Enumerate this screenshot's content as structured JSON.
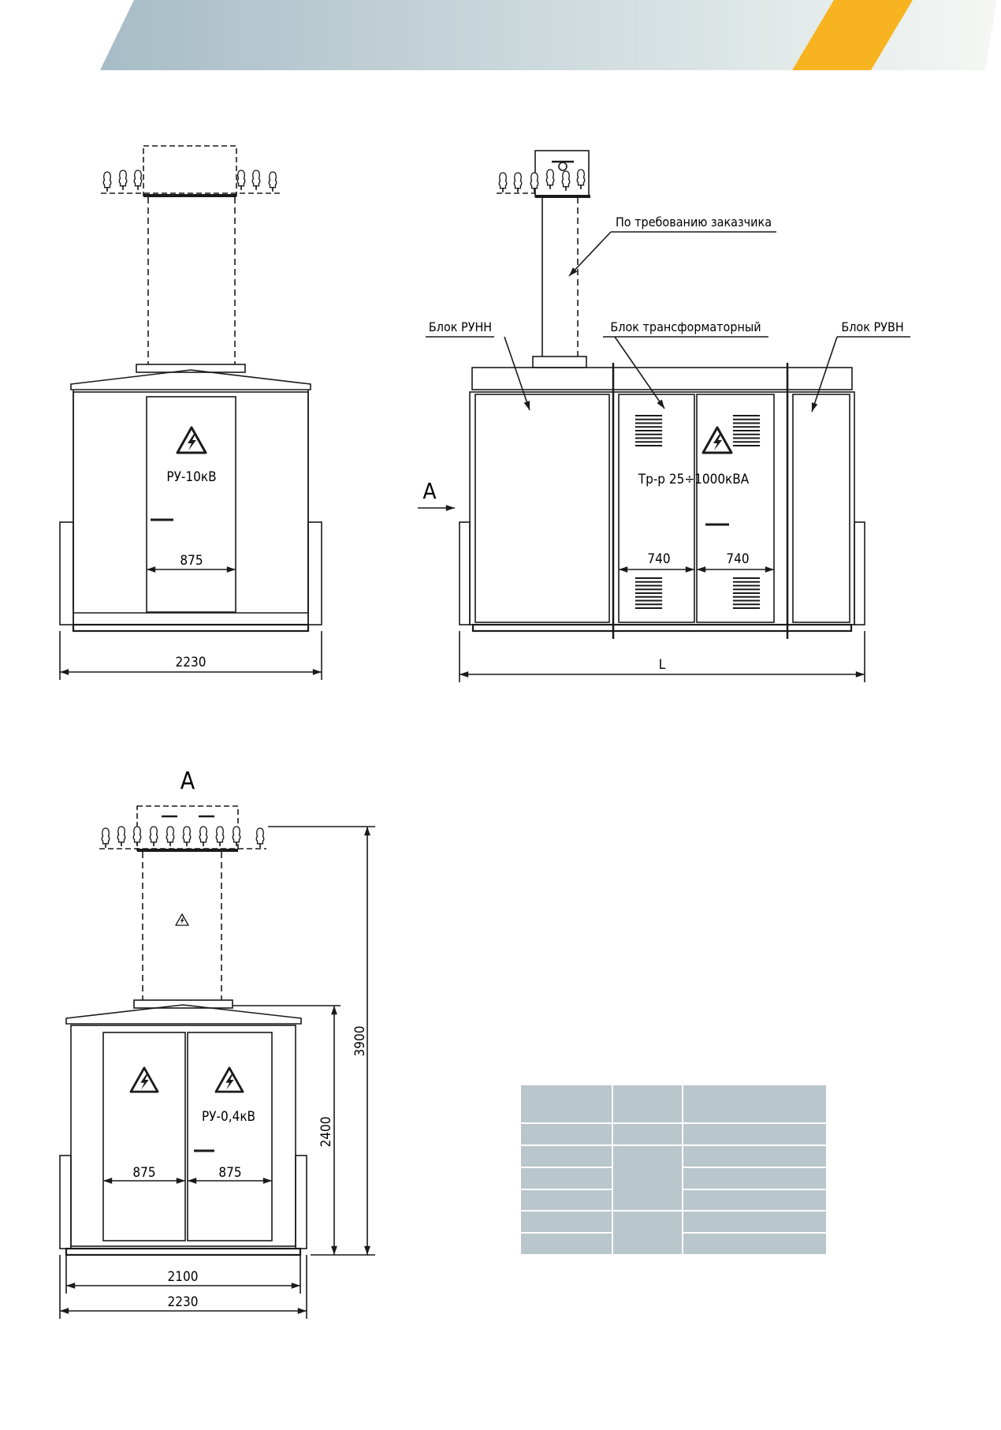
{
  "colors": {
    "banner_gradient_start": "#a7bcc6",
    "banner_gradient_end": "#f4f7f4",
    "banner_accent": "#f7b320",
    "line": "#1a1a1a",
    "table_fill": "#b9c6cc"
  },
  "front_view": {
    "label": "РУ-10кВ",
    "door_width": "875",
    "overall_width": "2230"
  },
  "side_view": {
    "callout_customer": "По требованию заказчика",
    "callout_lv_block": "Блок РУНН",
    "callout_transformer_block": "Блок трансформаторный",
    "callout_hv_block": "Блок РУВН",
    "view_marker": "A",
    "transformer_label": "Тр-р 25÷1000кВА",
    "door_width_left": "740",
    "door_width_right": "740",
    "length_label": "L"
  },
  "view_a": {
    "title": "A",
    "label": "РУ-0,4кВ",
    "door_width_left": "875",
    "door_width_right": "875",
    "height_overall": "3900",
    "height_body": "2400",
    "base_width": "2100",
    "overall_width": "2230"
  },
  "icons": [
    "high-voltage-warning-icon",
    "insulator-icon",
    "vent-grille-icon"
  ]
}
